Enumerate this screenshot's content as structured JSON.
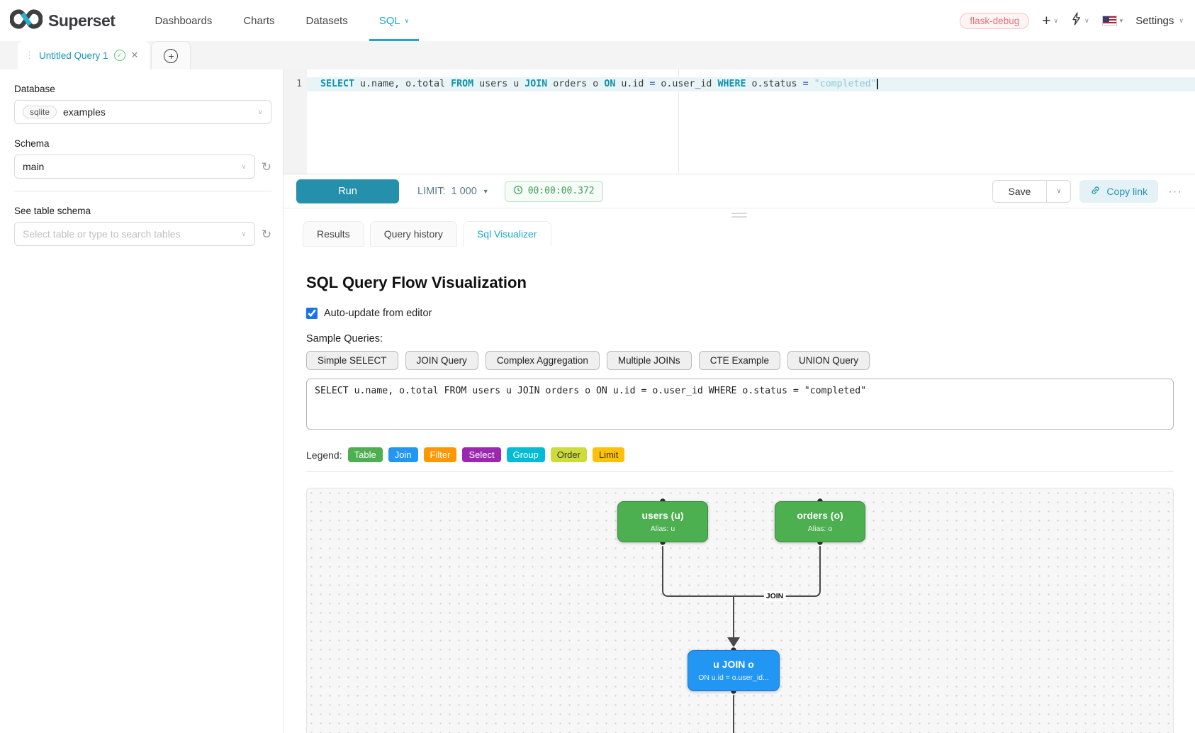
{
  "navbar": {
    "brand": "Superset",
    "items": [
      {
        "label": "Dashboards",
        "active": false
      },
      {
        "label": "Charts",
        "active": false
      },
      {
        "label": "Datasets",
        "active": false
      },
      {
        "label": "SQL",
        "active": true,
        "has_caret": true
      }
    ],
    "env_badge": "flask-debug",
    "settings_label": "Settings"
  },
  "tabstrip": {
    "tab_title": "Untitled Query 1"
  },
  "sidebar": {
    "database_label": "Database",
    "database_engine": "sqlite",
    "database_name": "examples",
    "schema_label": "Schema",
    "schema_value": "main",
    "table_schema_label": "See table schema",
    "table_schema_placeholder": "Select table or type to search tables"
  },
  "editor": {
    "line_number": "1",
    "tokens": [
      {
        "t": "SELECT ",
        "c": "kw"
      },
      {
        "t": "u.name, o.total ",
        "c": "id"
      },
      {
        "t": "FROM ",
        "c": "kw"
      },
      {
        "t": "users u ",
        "c": "id"
      },
      {
        "t": "JOIN ",
        "c": "kw"
      },
      {
        "t": "orders o ",
        "c": "id"
      },
      {
        "t": "ON ",
        "c": "kw"
      },
      {
        "t": "u.id ",
        "c": "id"
      },
      {
        "t": "= ",
        "c": "op"
      },
      {
        "t": "o.user_id ",
        "c": "id"
      },
      {
        "t": "WHERE ",
        "c": "kw"
      },
      {
        "t": "o.status ",
        "c": "id"
      },
      {
        "t": "= ",
        "c": "op"
      },
      {
        "t": "\"completed\"",
        "c": "str"
      }
    ]
  },
  "toolbar": {
    "run_label": "Run",
    "limit_label": "LIMIT:",
    "limit_value": "1 000",
    "elapsed": "00:00:00.372",
    "save_label": "Save",
    "copy_link_label": "Copy link",
    "more_label": "···"
  },
  "result_tabs": {
    "tabs": [
      "Results",
      "Query history",
      "Sql Visualizer"
    ],
    "active": "Sql Visualizer"
  },
  "visualizer": {
    "title": "SQL Query Flow Visualization",
    "auto_update_label": "Auto-update from editor",
    "auto_update_checked": true,
    "sample_queries_label": "Sample Queries:",
    "sample_buttons": [
      "Simple SELECT",
      "JOIN Query",
      "Complex Aggregation",
      "Multiple JOINs",
      "CTE Example",
      "UNION Query"
    ],
    "query_text": "SELECT u.name, o.total FROM users u JOIN orders o ON u.id = o.user_id WHERE o.status = \"completed\"",
    "legend_label": "Legend:",
    "legend": [
      {
        "label": "Table",
        "color": "#4caf50",
        "text": "#ffffff"
      },
      {
        "label": "Join",
        "color": "#2196f3",
        "text": "#ffffff"
      },
      {
        "label": "Filter",
        "color": "#ff9800",
        "text": "#ffffff"
      },
      {
        "label": "Select",
        "color": "#9c27b0",
        "text": "#ffffff"
      },
      {
        "label": "Group",
        "color": "#00bcd4",
        "text": "#ffffff"
      },
      {
        "label": "Order",
        "color": "#cddc39",
        "text": "#333333"
      },
      {
        "label": "Limit",
        "color": "#ffc107",
        "text": "#333333"
      }
    ],
    "diagram": {
      "nodes": [
        {
          "title": "users (u)",
          "subtitle": "Alias: u",
          "type": "table"
        },
        {
          "title": "orders (o)",
          "subtitle": "Alias: o",
          "type": "table"
        },
        {
          "title": "u JOIN o",
          "subtitle": "ON u.id = o.user_id...",
          "type": "join"
        }
      ],
      "edge_label": "JOIN"
    }
  },
  "colors": {
    "primary": "#20a7c9",
    "table_node": "#4caf50",
    "join_node": "#2196f3"
  }
}
